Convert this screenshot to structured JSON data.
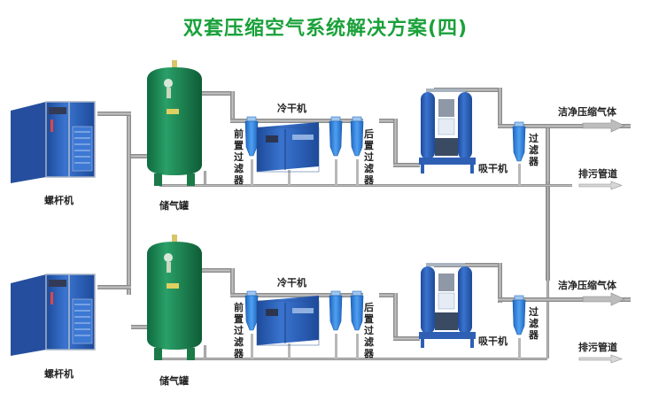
{
  "title": "双套压缩空气系统解决方案(四)",
  "colors": {
    "title": "#1aa13a",
    "pipe": "#9a9a9a",
    "pipe_dark": "#6f6f6f",
    "compressor_blue": "#2f62b8",
    "tank_green": "#1f8a55",
    "filter_blue": "#2a7de0",
    "dryer_blue": "#2e5fb5"
  },
  "trains": [
    {
      "id": "top",
      "compressor_label": "螺杆机",
      "tank_label": "储气罐",
      "pre_filter_label": "前置过滤器",
      "refrigerated_dryer_label": "冷干机",
      "post_filter_label": "后置过滤器",
      "adsorption_dryer_label": "吸干机",
      "final_filter_label": "过滤器",
      "outlet_label": "洁净压缩气体",
      "drain_label": "排污管道"
    },
    {
      "id": "bottom",
      "compressor_label": "螺杆机",
      "tank_label": "储气罐",
      "pre_filter_label": "前置过滤器",
      "refrigerated_dryer_label": "冷干机",
      "post_filter_label": "后置过滤器",
      "adsorption_dryer_label": "吸干机",
      "final_filter_label": "过滤器",
      "outlet_label": "洁净压缩气体",
      "drain_label": "排污管道"
    }
  ]
}
